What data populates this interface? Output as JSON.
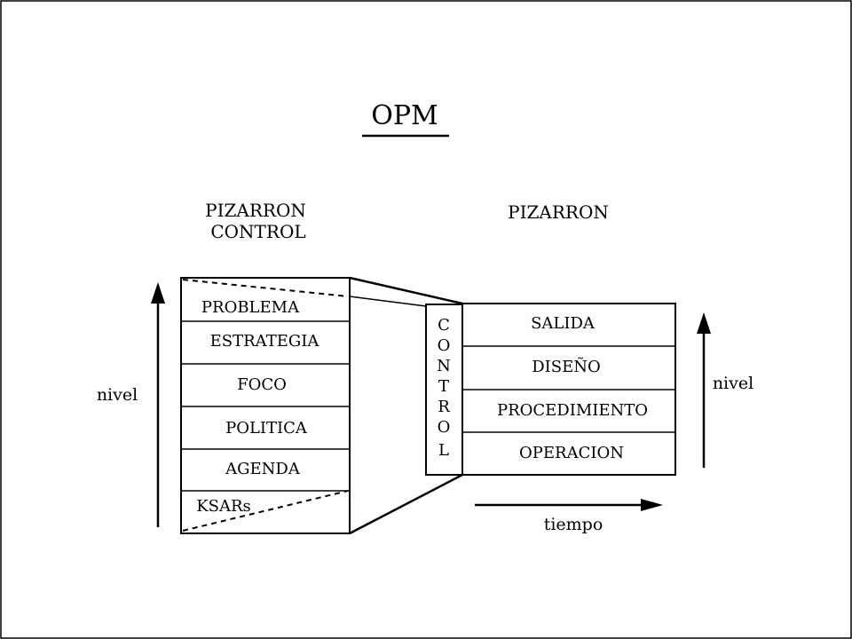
{
  "title": "OPM",
  "left_header": [
    "PIZARRON",
    "CONTROL"
  ],
  "right_header": "PIZARRON",
  "left_levels": [
    "PROBLEMA",
    "ESTRATEGIA",
    "FOCO",
    "POLITICA",
    "AGENDA",
    "KSARs"
  ],
  "control_letters": [
    "C",
    "O",
    "N",
    "T",
    "R",
    "O",
    "L"
  ],
  "right_levels": [
    "SALIDA",
    "DISEÑO",
    "PROCEDIMIENTO",
    "OPERACION"
  ],
  "left_axis_label": "nivel",
  "right_axis_label": "nivel",
  "time_axis_label": "tiempo"
}
